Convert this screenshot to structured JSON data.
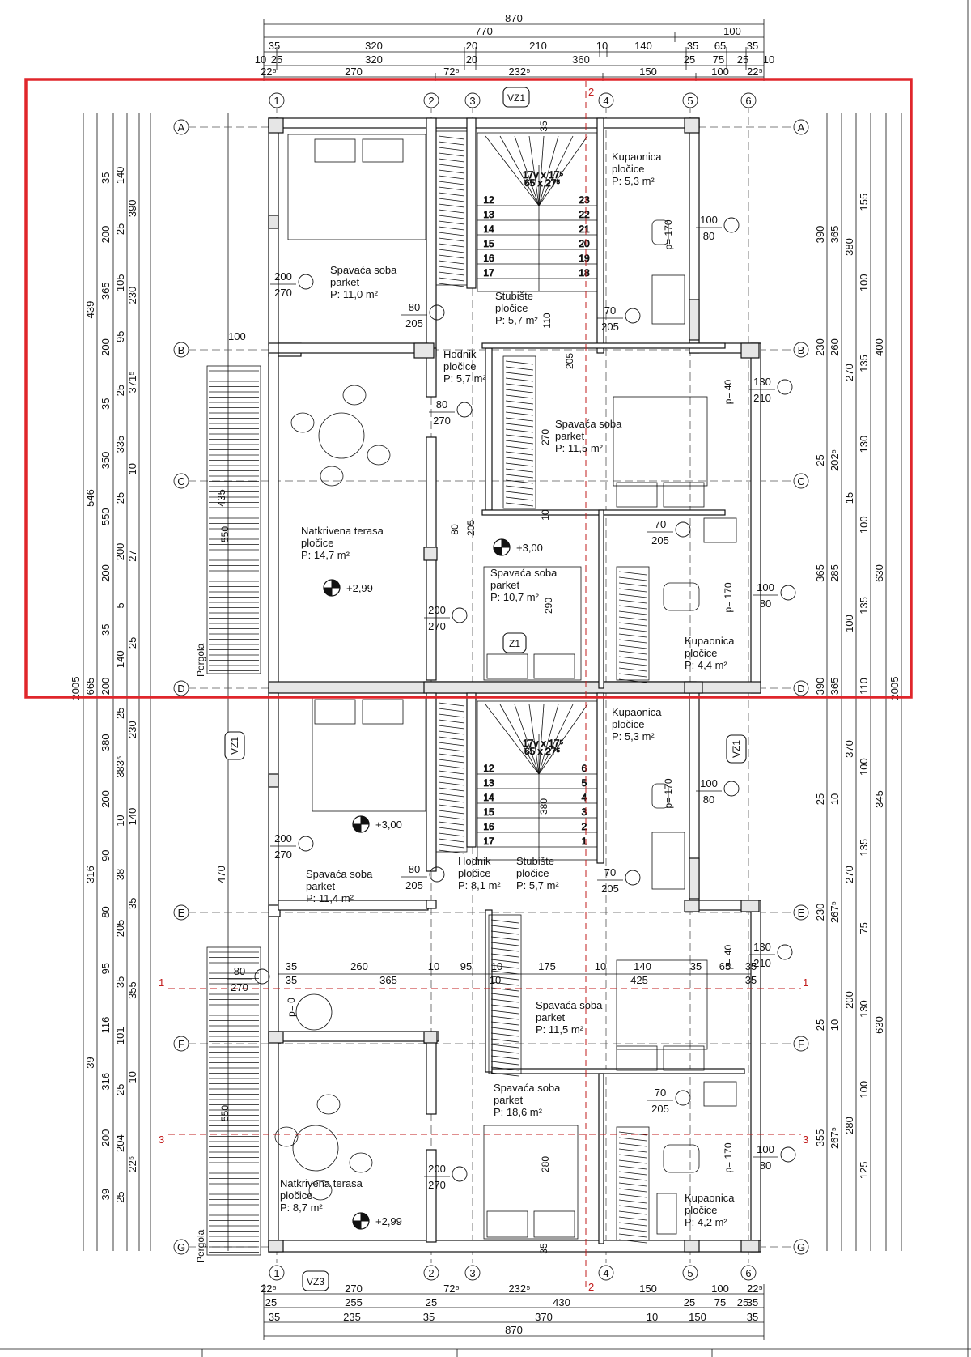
{
  "colors": {
    "frame": "#e0262b",
    "section_line": "#c21d1d",
    "ink": "#111111"
  },
  "overall_width": "870",
  "top_dims": {
    "row1": [
      "770",
      "100"
    ],
    "row2": [
      "35",
      "320",
      "20",
      "210",
      "10",
      "140",
      "35",
      "65",
      "35"
    ],
    "row3": [
      "10",
      "25",
      "320",
      "20",
      "360",
      "25",
      "75",
      "25",
      "10"
    ],
    "row4": [
      "22⁵",
      "270",
      "72⁵",
      "232⁵",
      "150",
      "100",
      "22⁵"
    ]
  },
  "bottom_dims": {
    "row1": [
      "22⁵",
      "270",
      "72⁵",
      "232⁵",
      "150",
      "100",
      "22⁵"
    ],
    "row2": [
      "25",
      "255",
      "25",
      "430",
      "25",
      "75",
      "25",
      "35"
    ],
    "row3": [
      "35",
      "235",
      "35",
      "370",
      "10",
      "150",
      "35"
    ]
  },
  "axes_cols": [
    "1",
    "2",
    "3",
    "4",
    "5",
    "6"
  ],
  "axes_rows": [
    "A",
    "B",
    "C",
    "D",
    "E",
    "F",
    "G"
  ],
  "left_dims": {
    "c1": [
      "2005"
    ],
    "c2": [
      "439",
      "546",
      "665",
      "316",
      "39"
    ],
    "c3": [
      "35",
      "200",
      "365",
      "200",
      "35",
      "350",
      "550",
      "200",
      "35",
      "200",
      "380",
      "200",
      "90",
      "80",
      "95",
      "116",
      "316",
      "200",
      "39"
    ],
    "c4": [
      "140",
      "25",
      "105",
      "95",
      "25",
      "335",
      "25",
      "200",
      "5",
      "140",
      "25",
      "383⁵",
      "10",
      "38",
      "205",
      "35",
      "101",
      "25",
      "204",
      "25"
    ],
    "c5": [
      "390",
      "230",
      "371⁵",
      "10",
      "27",
      "25",
      "230",
      "140",
      "35",
      "355",
      "10",
      "22⁵"
    ],
    "c6": [
      "435",
      "470"
    ]
  },
  "right_dims": {
    "c1": [
      "390",
      "230",
      "25",
      "365",
      "390",
      "25",
      "230",
      "25",
      "355"
    ],
    "c2": [
      "365",
      "260",
      "202⁵",
      "285",
      "365",
      "10",
      "267⁵",
      "10",
      "267⁵"
    ],
    "c3": [
      "380",
      "270",
      "15",
      "100",
      "370",
      "270",
      "200",
      "280"
    ],
    "c4": [
      "155",
      "100",
      "135",
      "130",
      "100",
      "135",
      "110",
      "100",
      "135",
      "75",
      "130",
      "100",
      "125"
    ],
    "c5": [
      "400",
      "630",
      "345",
      "630"
    ],
    "c6": [
      "2005"
    ]
  },
  "section_marks": {
    "s1": "1",
    "s2": "2",
    "s3": "3"
  },
  "tags": {
    "vz1": "VZ1",
    "z1": "Z1",
    "vz3": "VZ3"
  },
  "pergola": "Pergola",
  "pergola_dim": "550",
  "rooms": {
    "kup_a": [
      "Kupaonica",
      "pločice",
      "P: 5,3 m²"
    ],
    "spa_a": [
      "Spavaća soba",
      "parket",
      "P: 11,0 m²"
    ],
    "stu_a": [
      "Stubište",
      "pločice",
      "P: 5,7 m²"
    ],
    "hod_a": [
      "Hodnik",
      "pločice",
      "P: 5,7 m²"
    ],
    "spa_b": [
      "Spavaća soba",
      "parket",
      "P: 11,5 m²"
    ],
    "ter_a": [
      "Natkrivena terasa",
      "pločice",
      "P: 14,7 m²"
    ],
    "spa_c": [
      "Spavaća soba",
      "parket",
      "P: 10,7 m²"
    ],
    "kup_b": [
      "Kupaonica",
      "pločice",
      "P: 4,4 m²"
    ],
    "kup_c": [
      "Kupaonica",
      "pločice",
      "P: 5,3 m²"
    ],
    "spa_d": [
      "Spavaća soba",
      "parket",
      "P: 11,4 m²"
    ],
    "hod_b": [
      "Hodnik",
      "pločice",
      "P: 8,1 m²"
    ],
    "stu_b": [
      "Stubište",
      "pločice",
      "P: 5,7 m²"
    ],
    "spa_e": [
      "Spavaća soba",
      "parket",
      "P: 11,5 m²"
    ],
    "spa_f": [
      "Spavaća soba",
      "parket",
      "P: 18,6 m²"
    ],
    "ter_b": [
      "Natkrivena terasa",
      "pločice",
      "P: 8,7 m²"
    ],
    "kup_d": [
      "Kupaonica",
      "pločice",
      "P: 4,2 m²"
    ]
  },
  "levels": {
    "l1": "+3,00",
    "l2": "+2,99",
    "l3": "+3,00",
    "l4": "+2,99"
  },
  "openings": {
    "o1": [
      "100",
      "80"
    ],
    "o2": [
      "200",
      "270"
    ],
    "o3": [
      "80",
      "205"
    ],
    "o4": [
      "70",
      "205"
    ],
    "o5": [
      "80",
      "270"
    ],
    "o6": [
      "130",
      "210"
    ],
    "o7": [
      "70",
      "205"
    ],
    "o8": [
      "100",
      "80"
    ],
    "o9": [
      "200",
      "270"
    ],
    "o10": [
      "100",
      "80"
    ],
    "o11": [
      "200",
      "270"
    ],
    "o12": [
      "80",
      "205"
    ],
    "o13": [
      "70",
      "205"
    ],
    "o14": [
      "130",
      "210"
    ],
    "o15": [
      "80",
      "270"
    ],
    "o16": [
      "70",
      "205"
    ],
    "o17": [
      "100",
      "80"
    ],
    "o18": [
      "200",
      "270"
    ],
    "o19": [
      "200",
      "270"
    ]
  },
  "misc": {
    "top_terrace_dim": "100",
    "stair_spec": "17v x 17⁵",
    "stair_spec2": "65 x 27⁵",
    "p170": "p= 170",
    "p40": "p= 40",
    "p0": "p= 0",
    "v35": "35",
    "v110": "110",
    "v205": "205",
    "v270": "270",
    "v290": "290",
    "v10": "10",
    "v80": "80",
    "v380": "380",
    "v280": "280",
    "steps_top": [
      "12",
      "13",
      "14",
      "15",
      "16",
      "17"
    ],
    "steps_right": [
      "18",
      "19",
      "20",
      "21",
      "22",
      "23"
    ],
    "steps_right_b": [
      "1",
      "2",
      "3",
      "4",
      "5",
      "6"
    ],
    "section_row": [
      "35",
      "260",
      "10",
      "95",
      "10",
      "175",
      "10",
      "140",
      "35",
      "65",
      "35"
    ],
    "section_row2": [
      "35",
      "365",
      "10",
      "425",
      "35"
    ]
  }
}
